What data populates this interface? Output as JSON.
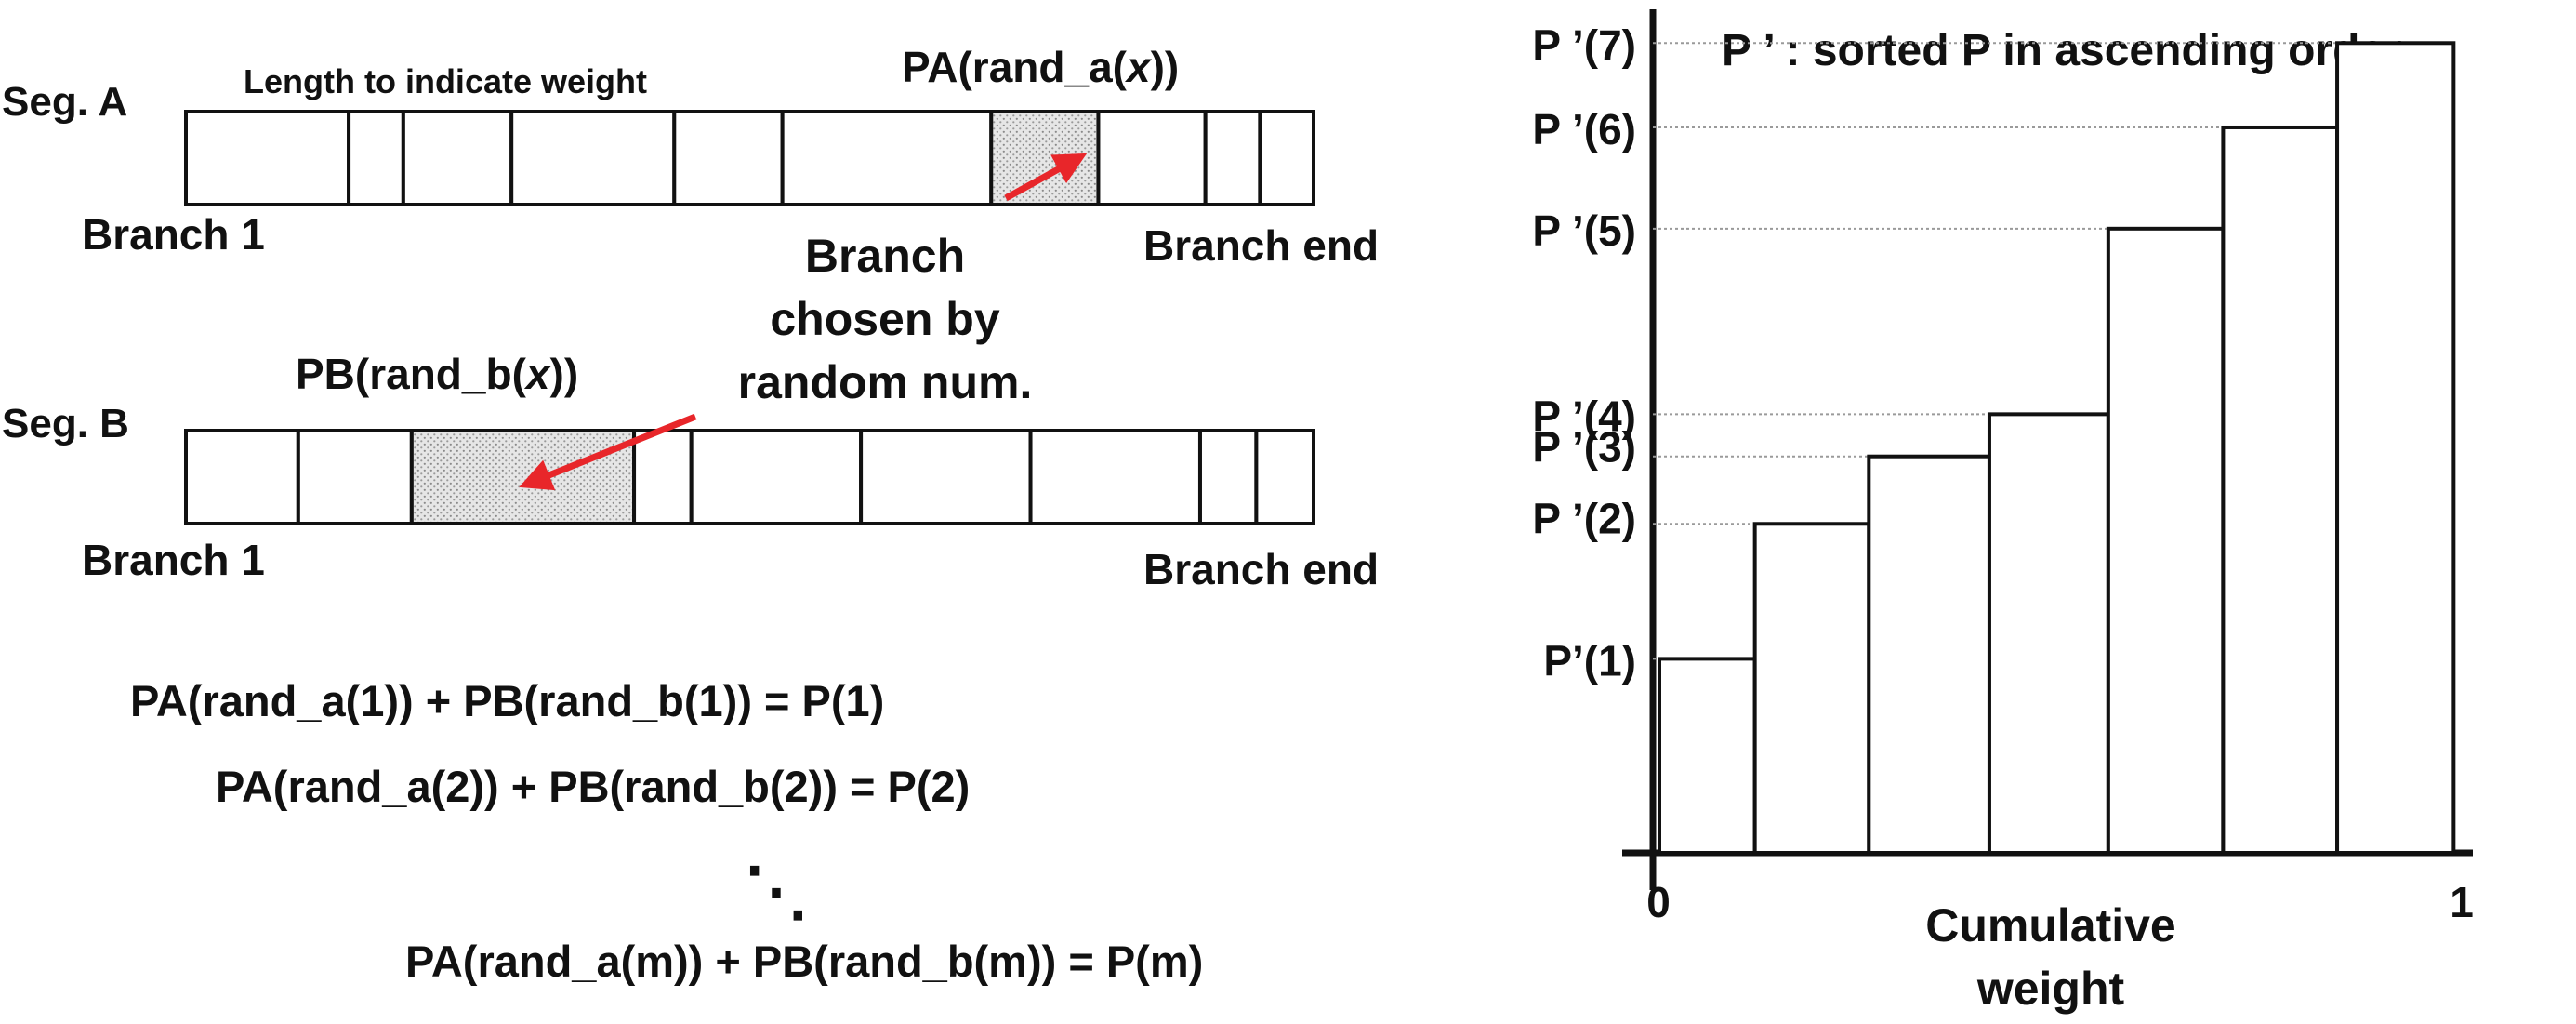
{
  "left": {
    "segA": {
      "label": "Seg. A",
      "weight_note": "Length to indicate weight",
      "selected_label_prefix": "PA(rand_a(",
      "selected_label_var": "x",
      "selected_label_suffix": "))",
      "start_label": "Branch 1",
      "end_label": "Branch end",
      "weights": [
        0.152,
        0.051,
        0.101,
        0.152,
        0.101,
        0.195,
        0.1,
        0.1,
        0.051,
        0.05
      ],
      "selected_index": 6
    },
    "segB": {
      "label": "Seg. B",
      "selected_label_prefix": "PB(rand_b(",
      "selected_label_var": "x",
      "selected_label_suffix": "))",
      "start_label": "Branch 1",
      "end_label": "Branch end",
      "weights": [
        0.1,
        0.101,
        0.198,
        0.051,
        0.151,
        0.151,
        0.151,
        0.05,
        0.051
      ],
      "selected_index": 2
    },
    "annotation": {
      "lines": [
        "Branch",
        "chosen by",
        "random num."
      ]
    },
    "equations": [
      "PA(rand_a(1)) + PB(rand_b(1)) = P(1)",
      "PA(rand_a(2)) + PB(rand_b(2)) = P(2)",
      "PA(rand_a(m)) + PB(rand_b(m)) = P(m)"
    ],
    "ellipsis": "⋱"
  },
  "chart_data": {
    "type": "bar",
    "title": "P ’ : sorted P in ascending order",
    "xlabel": "Cumulative weight",
    "ylabel": "",
    "x_ticks": [
      "0",
      "1"
    ],
    "xlim": [
      0,
      1
    ],
    "categories": [
      "P’(1)",
      "P ’(2)",
      "P ’(3)",
      "P ’(4)",
      "P ’(5)",
      "P ’(6)",
      "P ’(7)"
    ],
    "bar_edges": [
      0,
      0.118,
      0.259,
      0.408,
      0.555,
      0.697,
      0.838,
      0.982
    ],
    "values": [
      0.23,
      0.39,
      0.47,
      0.52,
      0.74,
      0.86,
      0.96
    ],
    "ylim": [
      0,
      1.0
    ],
    "guide_lines": true,
    "colors": {
      "stroke": "#111111",
      "guide": "#9a9a9a",
      "fill": "#ffffff"
    }
  },
  "colors": {
    "arrow": "#e8262a",
    "selected_fill": "#d9d9d9",
    "stroke": "#111111"
  }
}
